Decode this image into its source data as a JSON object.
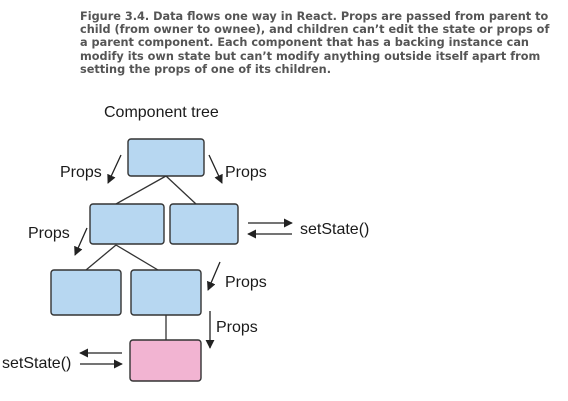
{
  "caption": {
    "label": "Figure 3.4.",
    "text": "Data flows one way in React. Props are passed from parent to child (from owner to ownee), and children can’t edit the state or props of a parent component. Each component that has a backing instance can modify its own state but can’t modify anything outside itself apart from setting the props of one of its children."
  },
  "diagram": {
    "title": "Component tree",
    "props_label": "Props",
    "setstate_label": "setState()"
  }
}
